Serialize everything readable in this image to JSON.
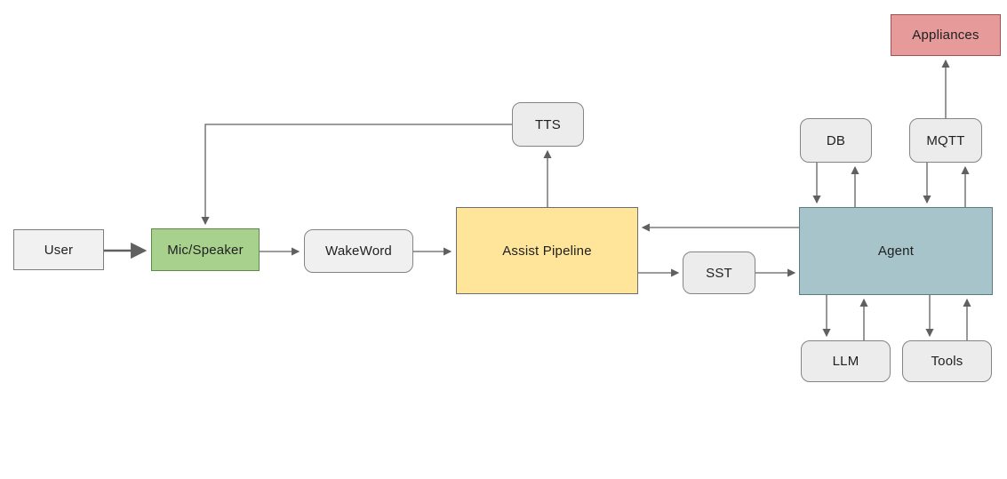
{
  "diagram": {
    "nodes": {
      "user": {
        "label": "User",
        "fill": "#f1f1f1",
        "border": "#7d7d7d",
        "shape": "rect"
      },
      "mic_speaker": {
        "label": "Mic/Speaker",
        "fill": "#a9d18e",
        "border": "#5d8a4b",
        "shape": "rect"
      },
      "wakeword": {
        "label": "WakeWord",
        "fill": "#f0f0f0",
        "border": "#848484",
        "shape": "rounded"
      },
      "assist_pipeline": {
        "label": "Assist Pipeline",
        "fill": "#ffe599",
        "border": "#6e6e6e",
        "shape": "rect"
      },
      "tts": {
        "label": "TTS",
        "fill": "#ececec",
        "border": "#848484",
        "shape": "rounded"
      },
      "sst": {
        "label": "SST",
        "fill": "#ececec",
        "border": "#848484",
        "shape": "rounded"
      },
      "agent": {
        "label": "Agent",
        "fill": "#a6c4c9",
        "border": "#5a7d82",
        "shape": "rect"
      },
      "db": {
        "label": "DB",
        "fill": "#ececec",
        "border": "#848484",
        "shape": "rounded"
      },
      "mqtt": {
        "label": "MQTT",
        "fill": "#ececec",
        "border": "#848484",
        "shape": "rounded"
      },
      "appliances": {
        "label": "Appliances",
        "fill": "#e69a9a",
        "border": "#a05252",
        "shape": "rect"
      },
      "llm": {
        "label": "LLM",
        "fill": "#ececec",
        "border": "#848484",
        "shape": "rounded"
      },
      "tools": {
        "label": "Tools",
        "fill": "#ececec",
        "border": "#848484",
        "shape": "rounded"
      }
    },
    "edges": [
      {
        "from": "user",
        "to": "mic_speaker",
        "style": "thick"
      },
      {
        "from": "mic_speaker",
        "to": "wakeword",
        "style": "thin"
      },
      {
        "from": "wakeword",
        "to": "assist_pipeline",
        "style": "thin"
      },
      {
        "from": "assist_pipeline",
        "to": "tts",
        "style": "thin"
      },
      {
        "from": "tts",
        "to": "mic_speaker",
        "style": "thin-elbow"
      },
      {
        "from": "agent",
        "to": "assist_pipeline",
        "style": "thin"
      },
      {
        "from": "assist_pipeline",
        "to": "sst",
        "style": "thin"
      },
      {
        "from": "sst",
        "to": "agent",
        "style": "thin"
      },
      {
        "from": "db",
        "to": "agent",
        "style": "thin"
      },
      {
        "from": "agent",
        "to": "db",
        "style": "thin"
      },
      {
        "from": "mqtt",
        "to": "agent",
        "style": "thin"
      },
      {
        "from": "agent",
        "to": "mqtt",
        "style": "thin"
      },
      {
        "from": "mqtt",
        "to": "appliances",
        "style": "thin"
      },
      {
        "from": "agent",
        "to": "llm",
        "style": "thin"
      },
      {
        "from": "llm",
        "to": "agent",
        "style": "thin"
      },
      {
        "from": "agent",
        "to": "tools",
        "style": "thin"
      },
      {
        "from": "tools",
        "to": "agent",
        "style": "thin"
      }
    ],
    "edge_color": "#606060",
    "background": "#ffffff",
    "text_color": "#1f1f1f"
  }
}
